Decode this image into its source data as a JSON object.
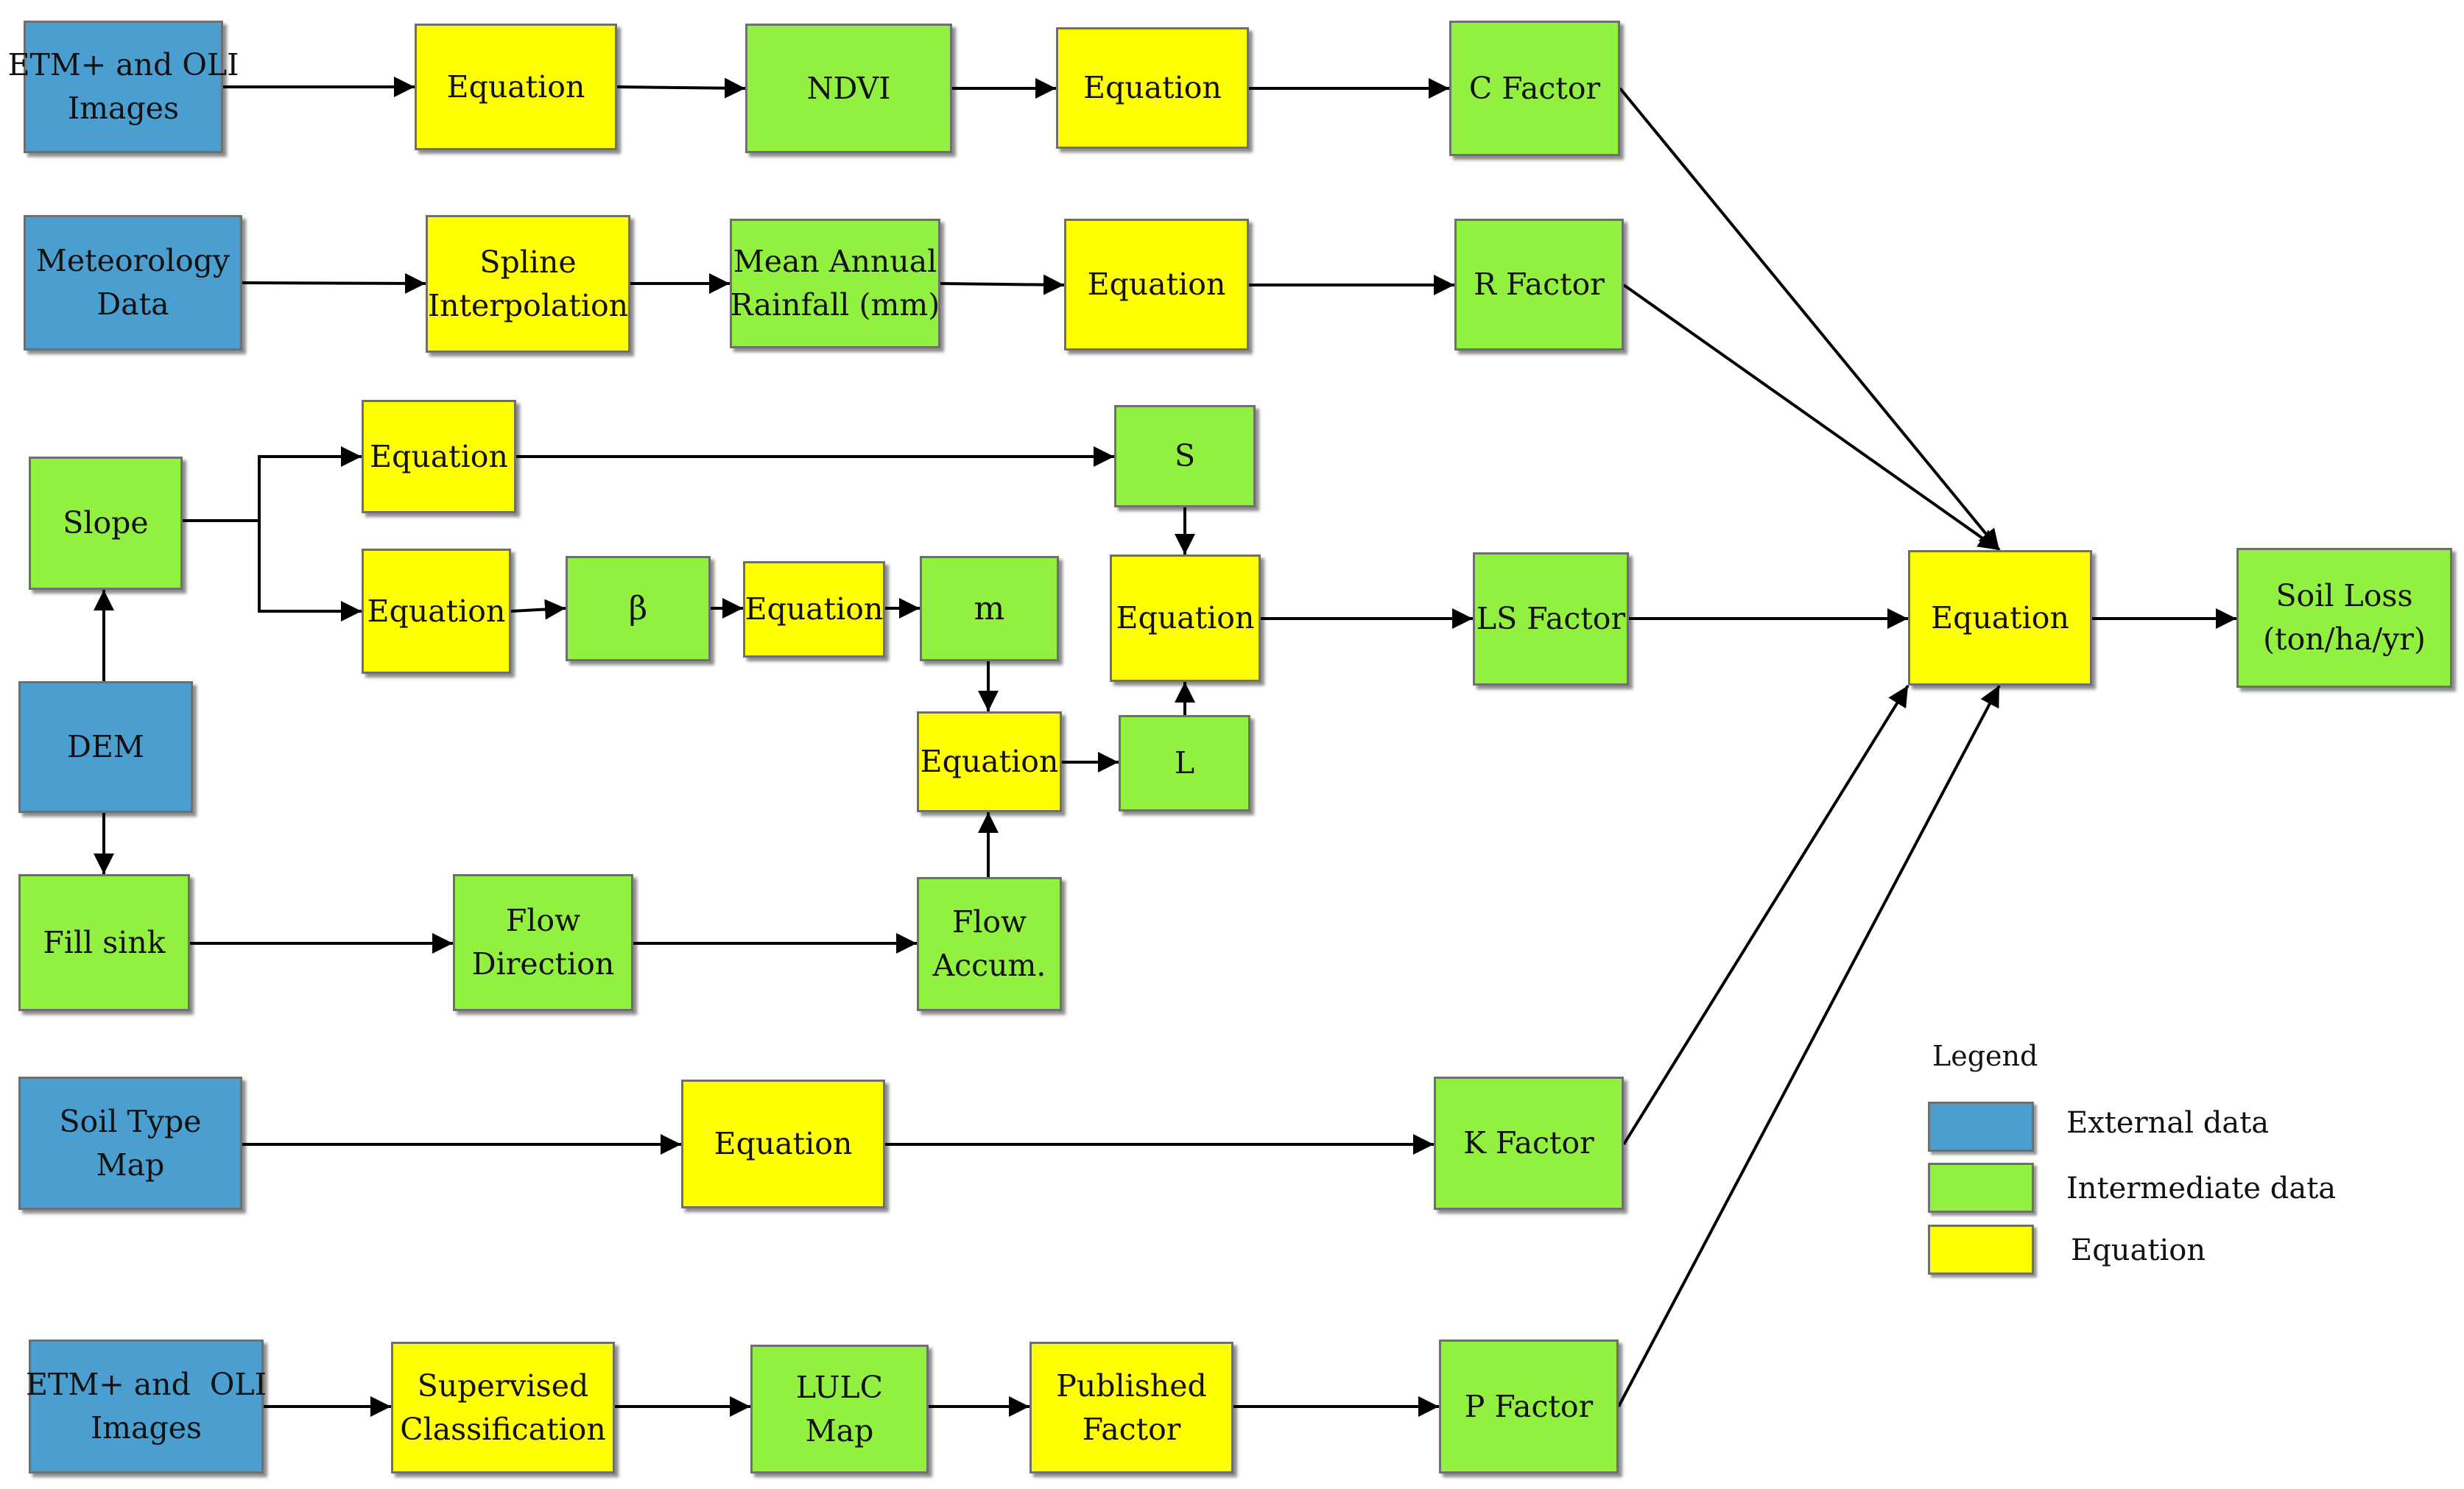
{
  "colors": {
    "external_data": "#4a9fd0",
    "intermediate_data": "#92f040",
    "equation": "#ffff00"
  },
  "nodes": {
    "etm_top": "ETM+ and OLI\nImages",
    "eq_r1": "Equation",
    "ndvi": "NDVI",
    "eq_r1b": "Equation",
    "c_factor": "C Factor",
    "meteo": "Meteorology\nData",
    "spline": "Spline\nInterpolation",
    "rainfall": "Mean Annual\nRainfall (mm)",
    "eq_r2": "Equation",
    "r_factor": "R Factor",
    "slope": "Slope",
    "eq_s": "Equation",
    "s": "S",
    "eq_beta": "Equation",
    "beta": "β",
    "eq_m": "Equation",
    "m": "m",
    "eq_ls": "Equation",
    "ls_factor": "LS Factor",
    "dem": "DEM",
    "eq_l": "Equation",
    "l": "L",
    "fill_sink": "Fill sink",
    "flow_dir": "Flow\nDirection",
    "flow_acc": "Flow\nAccum.",
    "soil_type": "Soil Type\nMap",
    "eq_k": "Equation",
    "k_factor": "K Factor",
    "eq_final": "Equation",
    "soil_loss": "Soil Loss\n(ton/ha/yr)",
    "etm_bottom": "ETM+ and  OLI\nImages",
    "supervised": "Supervised\nClassification",
    "lulc": "LULC\nMap",
    "published": "Published\nFactor",
    "p_factor": "P Factor"
  },
  "legend": {
    "title": "Legend",
    "external": "External data",
    "intermediate": "Intermediate data",
    "equation": "Equation"
  }
}
